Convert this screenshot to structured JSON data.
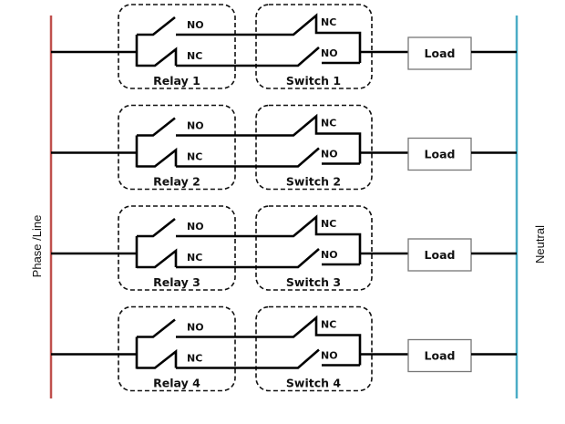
{
  "rails": {
    "phase": {
      "label": "Phase /Line",
      "color": "#c0504d"
    },
    "neutral": {
      "label": "Neutral",
      "color": "#4bacc6"
    }
  },
  "wire_color": "#000000",
  "circuits": [
    {
      "relay_label": "Relay 1",
      "switch_label": "Switch 1",
      "load_label": "Load",
      "relay_contacts": {
        "top": "NO",
        "bottom": "NC"
      },
      "switch_contacts": {
        "top": "NC",
        "bottom": "NO"
      }
    },
    {
      "relay_label": "Relay 2",
      "switch_label": "Switch 2",
      "load_label": "Load",
      "relay_contacts": {
        "top": "NO",
        "bottom": "NC"
      },
      "switch_contacts": {
        "top": "NC",
        "bottom": "NO"
      }
    },
    {
      "relay_label": "Relay 3",
      "switch_label": "Switch 3",
      "load_label": "Load",
      "relay_contacts": {
        "top": "NO",
        "bottom": "NC"
      },
      "switch_contacts": {
        "top": "NC",
        "bottom": "NO"
      }
    },
    {
      "relay_label": "Relay 4",
      "switch_label": "Switch 4",
      "load_label": "Load",
      "relay_contacts": {
        "top": "NO",
        "bottom": "NC"
      },
      "switch_contacts": {
        "top": "NC",
        "bottom": "NO"
      }
    }
  ]
}
